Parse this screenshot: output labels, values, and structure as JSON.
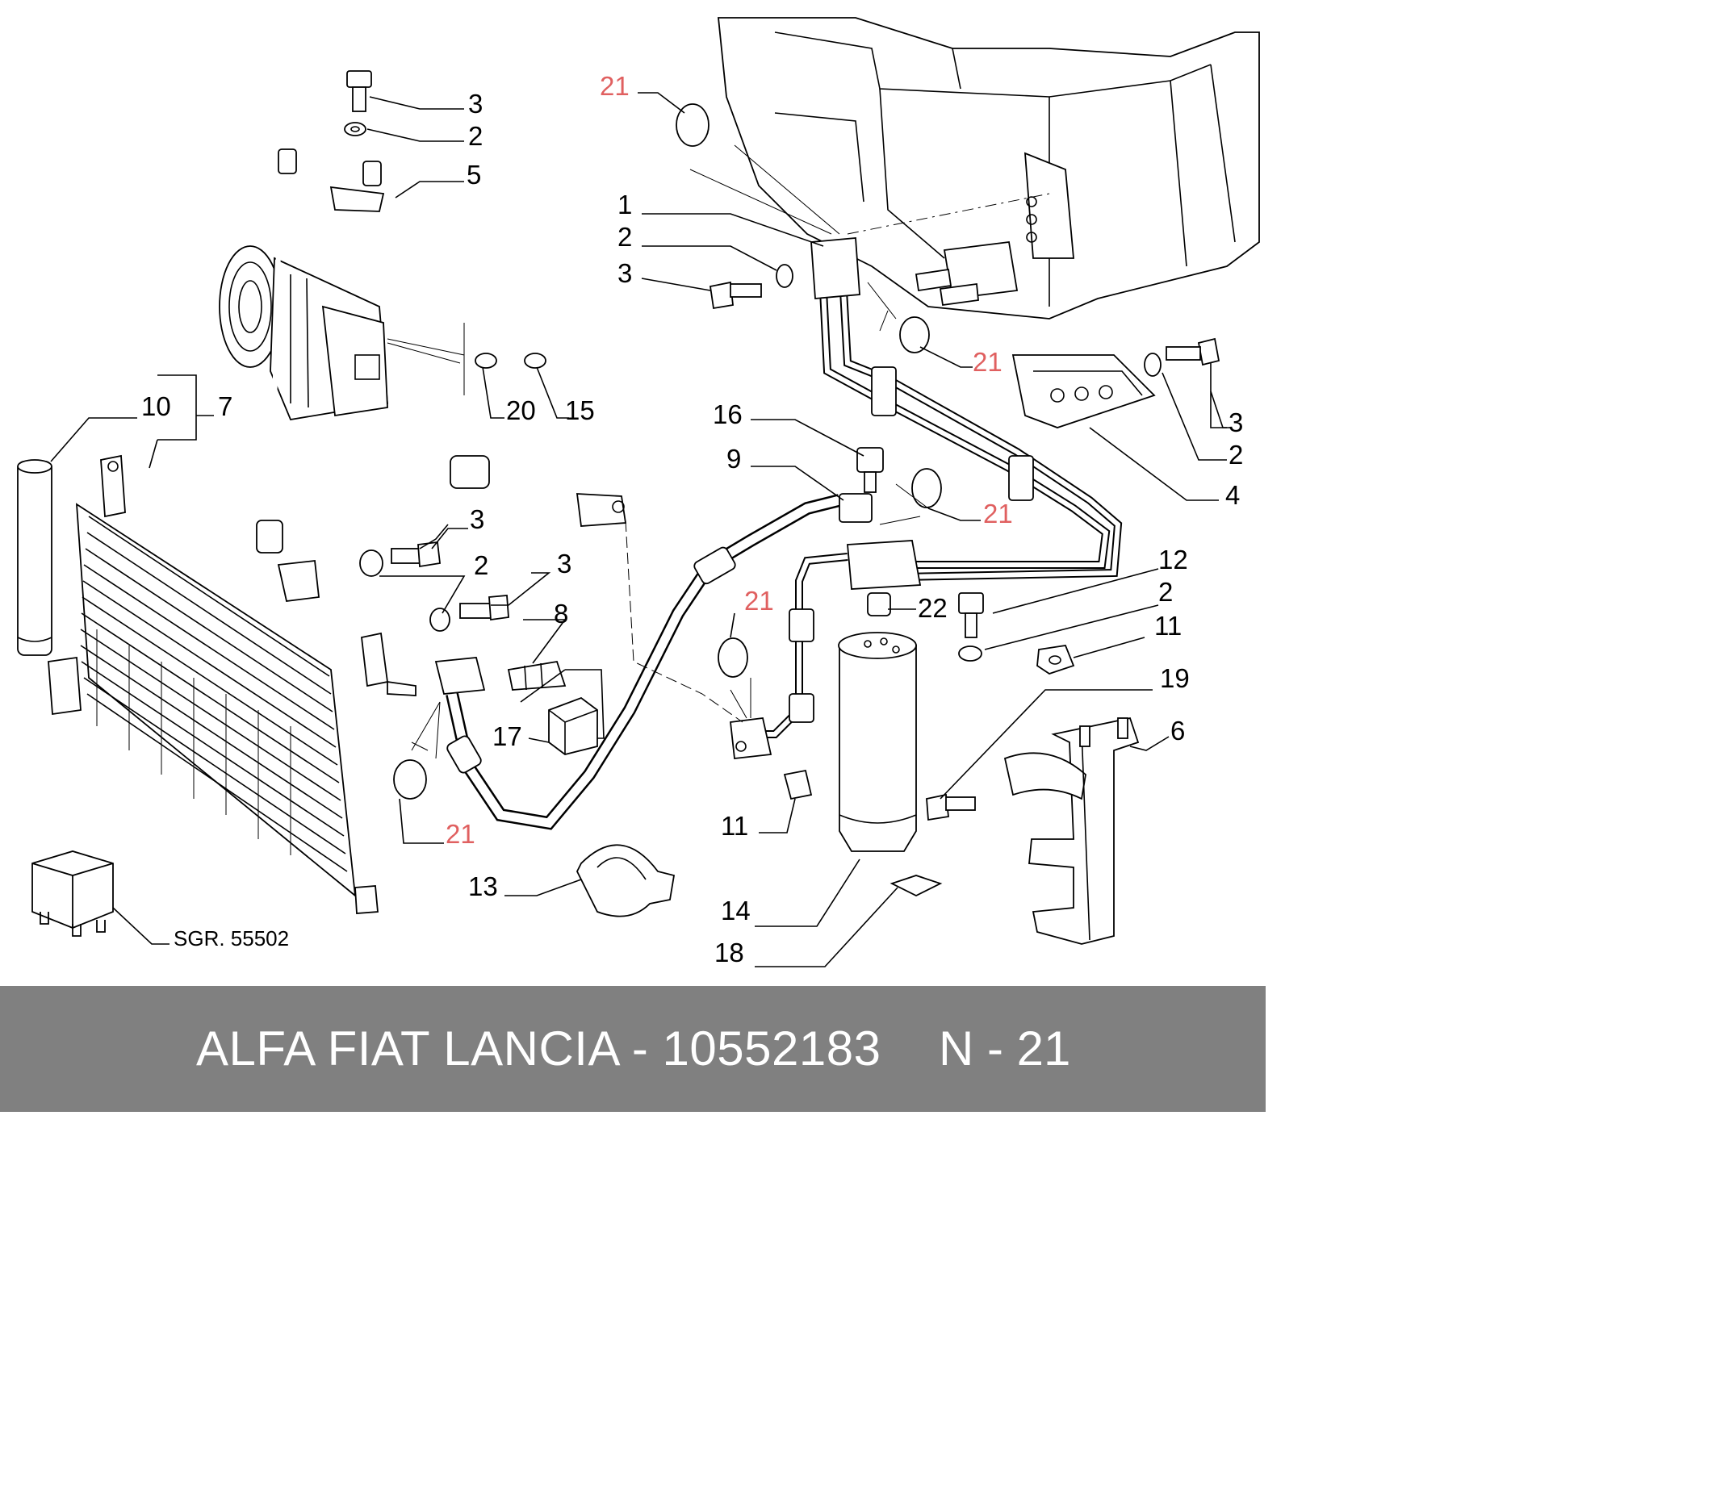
{
  "footer": {
    "title": "ALFA FIAT LANCIA - 10552183",
    "ref": "N - 21"
  },
  "sgr_ref": "SGR. 55502",
  "colors": {
    "highlight": "#e06060",
    "footer_bg": "#808080"
  },
  "callouts": [
    {
      "id": "c-3a",
      "text": "3"
    },
    {
      "id": "c-2a",
      "text": "2"
    },
    {
      "id": "c-5",
      "text": "5"
    },
    {
      "id": "c-21a",
      "text": "21",
      "highlight": true
    },
    {
      "id": "c-1",
      "text": "1"
    },
    {
      "id": "c-2b",
      "text": "2"
    },
    {
      "id": "c-3b",
      "text": "3"
    },
    {
      "id": "c-21b",
      "text": "21",
      "highlight": true
    },
    {
      "id": "c-3c",
      "text": "3"
    },
    {
      "id": "c-2c",
      "text": "2"
    },
    {
      "id": "c-4",
      "text": "4"
    },
    {
      "id": "c-10",
      "text": "10"
    },
    {
      "id": "c-7",
      "text": "7"
    },
    {
      "id": "c-20",
      "text": "20"
    },
    {
      "id": "c-15",
      "text": "15"
    },
    {
      "id": "c-16",
      "text": "16"
    },
    {
      "id": "c-9",
      "text": "9"
    },
    {
      "id": "c-21c",
      "text": "21",
      "highlight": true
    },
    {
      "id": "c-3d",
      "text": "3"
    },
    {
      "id": "c-2d",
      "text": "2"
    },
    {
      "id": "c-3e",
      "text": "3"
    },
    {
      "id": "c-8",
      "text": "8"
    },
    {
      "id": "c-12",
      "text": "12"
    },
    {
      "id": "c-2e",
      "text": "2"
    },
    {
      "id": "c-21d",
      "text": "21",
      "highlight": true
    },
    {
      "id": "c-22",
      "text": "22"
    },
    {
      "id": "c-11a",
      "text": "11"
    },
    {
      "id": "c-19",
      "text": "19"
    },
    {
      "id": "c-17",
      "text": "17"
    },
    {
      "id": "c-6",
      "text": "6"
    },
    {
      "id": "c-21e",
      "text": "21",
      "highlight": true
    },
    {
      "id": "c-11b",
      "text": "11"
    },
    {
      "id": "c-13",
      "text": "13"
    },
    {
      "id": "c-14",
      "text": "14"
    },
    {
      "id": "c-18",
      "text": "18"
    }
  ]
}
